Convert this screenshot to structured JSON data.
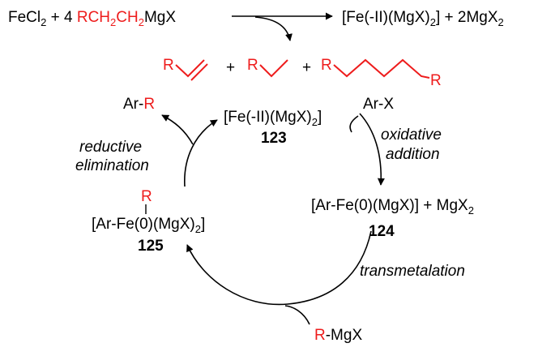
{
  "colors": {
    "red": "#ee1c1c",
    "black": "#000000"
  },
  "reaction": {
    "feCl": "FeCl",
    "sub2": "2",
    "plus4": " + 4 ",
    "grignard_red": "RCH",
    "ch2_red": "CH",
    "grignard_black": "MgX",
    "product_a": "[Fe(-II)(MgX)",
    "product_a_close": "]",
    "product_b": " + 2MgX",
    "product_b_sub": "2"
  },
  "byproducts": {
    "r1": "R",
    "plus1": "+",
    "r2": "R",
    "plus2": "+",
    "r3": "R",
    "r4": "R"
  },
  "cycle": {
    "c123_label": "[Fe(-II)(MgX)",
    "c123_sub": "2",
    "c123_close": "]",
    "c123_num": "123",
    "arx": "Ar-X",
    "ox1": "oxidative",
    "ox2": "addition",
    "c124_label": "[Ar-Fe(0)(MgX)] + MgX",
    "c124_sub": "2",
    "c124_num": "124",
    "trans": "transmetalation",
    "rmgx_r": "R",
    "rmgx_rest": "-MgX",
    "c125_r": "R",
    "c125_label": "[Ar-Fe(0)(MgX)",
    "c125_sub": "2",
    "c125_close": "]",
    "c125_num": "125",
    "red1": "reductive",
    "red2": "elimination",
    "arr_ar": "Ar-",
    "arr_r": "R"
  }
}
